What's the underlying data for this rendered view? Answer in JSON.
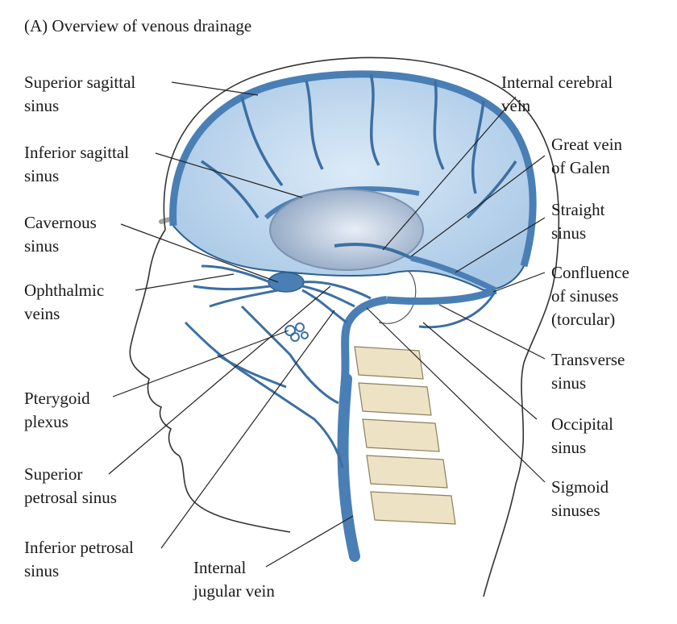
{
  "title": "(A) Overview of venous drainage",
  "labels": {
    "superior_sagittal": [
      "Superior sagittal",
      "sinus"
    ],
    "inferior_sagittal": [
      "Inferior sagittal",
      "sinus"
    ],
    "cavernous": [
      "Cavernous",
      "sinus"
    ],
    "ophthalmic": [
      "Ophthalmic",
      "veins"
    ],
    "pterygoid": [
      "Pterygoid",
      "plexus"
    ],
    "superior_petrosal": [
      "Superior",
      "petrosal sinus"
    ],
    "inferior_petrosal": [
      "Inferior petrosal",
      "sinus"
    ],
    "internal_jugular": [
      "Internal",
      "jugular vein"
    ],
    "internal_cerebral": [
      "Internal cerebral",
      "vein"
    ],
    "great_vein": [
      "Great vein",
      "of Galen"
    ],
    "straight": [
      "Straight",
      "sinus"
    ],
    "confluence": [
      "Confluence",
      "of sinuses",
      "(torcular)"
    ],
    "transverse": [
      "Transverse",
      "sinus"
    ],
    "occipital": [
      "Occipital",
      "sinus"
    ],
    "sigmoid": [
      "Sigmoid",
      "sinuses"
    ]
  },
  "colors": {
    "vein_fill": "#4a7fb5",
    "vein_dark": "#2d5f8f",
    "brain_fill": "#c9dff2",
    "brain_dark": "#a9c3dc",
    "vertebra": "#ede3c4",
    "outline": "#333333"
  }
}
